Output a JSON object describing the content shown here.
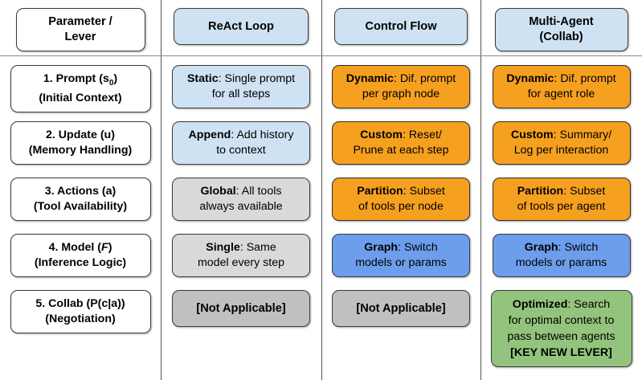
{
  "table": {
    "columns": [
      {
        "id": "parameter",
        "label_lines": [
          "Parameter /",
          "Lever"
        ],
        "style": "white"
      },
      {
        "id": "react",
        "label_lines": [
          "ReAct Loop"
        ],
        "style": "ltblue"
      },
      {
        "id": "control_flow",
        "label_lines": [
          "Control Flow"
        ],
        "style": "ltblue"
      },
      {
        "id": "multi_agent",
        "label_lines": [
          "Multi-Agent",
          "(Collab)"
        ],
        "style": "ltblue"
      }
    ],
    "rows": [
      {
        "id": "prompt",
        "label": {
          "line1_pre": "1. Prompt (s",
          "line1_sub": "0",
          "line1_post": ")",
          "line2": "(Initial Context)"
        },
        "react": {
          "lead": "Static",
          "sep": ": ",
          "rest_line1": "Single prompt",
          "rest_line2": "for all steps",
          "style": "ltblue"
        },
        "control_flow": {
          "lead": "Dynamic",
          "sep": ": ",
          "rest_line1": "Dif. prompt",
          "rest_line2": "per graph node",
          "style": "orange"
        },
        "multi_agent": {
          "lead": "Dynamic",
          "sep": ": ",
          "rest_line1": "Dif. prompt",
          "rest_line2": "for agent role",
          "style": "orange"
        }
      },
      {
        "id": "update",
        "label": {
          "line1_pre": "2. Update (u)",
          "line1_sub": "",
          "line1_post": "",
          "line2": "(Memory Handling)"
        },
        "react": {
          "lead": "Append",
          "sep": ": ",
          "rest_line1": "Add history",
          "rest_line2": "to context",
          "style": "ltblue"
        },
        "control_flow": {
          "lead": "Custom",
          "sep": ": ",
          "rest_line1": "Reset/",
          "rest_line2": "Prune at each step",
          "style": "orange"
        },
        "multi_agent": {
          "lead": "Custom",
          "sep": ": ",
          "rest_line1": "Summary/",
          "rest_line2": "Log per interaction",
          "style": "orange"
        }
      },
      {
        "id": "actions",
        "label": {
          "line1_pre": "3. Actions (a)",
          "line1_sub": "",
          "line1_post": "",
          "line2": "(Tool Availability)"
        },
        "react": {
          "lead": "Global",
          "sep": ": ",
          "rest_line1": "All tools",
          "rest_line2": "always available",
          "style": "gray"
        },
        "control_flow": {
          "lead": "Partition",
          "sep": ": ",
          "rest_line1": "Subset",
          "rest_line2": "of tools per node",
          "style": "orange"
        },
        "multi_agent": {
          "lead": "Partition",
          "sep": ": ",
          "rest_line1": "Subset",
          "rest_line2": "of tools per agent",
          "style": "orange"
        }
      },
      {
        "id": "model",
        "label": {
          "line1_pre": "4. Model (",
          "line1_italic": "F",
          "line1_post": ")",
          "line2": "(Inference Logic)"
        },
        "react": {
          "lead": "Single",
          "sep": ": ",
          "rest_line1": "Same",
          "rest_line2": "model every step",
          "style": "gray"
        },
        "control_flow": {
          "lead": "Graph",
          "sep": ": ",
          "rest_line1": "Switch",
          "rest_line2": "models or params",
          "style": "blue"
        },
        "multi_agent": {
          "lead": "Graph",
          "sep": ": ",
          "rest_line1": "Switch",
          "rest_line2": "models or params",
          "style": "blue"
        }
      },
      {
        "id": "collab",
        "label": {
          "line1_pre": "5. Collab (P(c|a))",
          "line1_sub": "",
          "line1_post": "",
          "line2": "(Negotiation)"
        },
        "react": {
          "plain": "[Not Applicable]",
          "style": "gray-dark"
        },
        "control_flow": {
          "plain": "[Not Applicable]",
          "style": "gray-dark"
        },
        "multi_agent": {
          "lead": "Optimized",
          "sep": ": ",
          "rest_line1": "Search",
          "rest_line2": "for optimal context to",
          "rest_line3": "pass between agents",
          "rest_line4": "[KEY NEW LEVER]",
          "style": "green"
        }
      }
    ]
  },
  "colors": {
    "light_blue": "#cfe2f3",
    "orange": "#f6a020",
    "gray": "#d9d9d9",
    "gray_dark": "#c0c0c0",
    "blue": "#6d9eeb",
    "green": "#93c47d",
    "white": "#ffffff",
    "divider": "#555555",
    "text": "#000000"
  }
}
